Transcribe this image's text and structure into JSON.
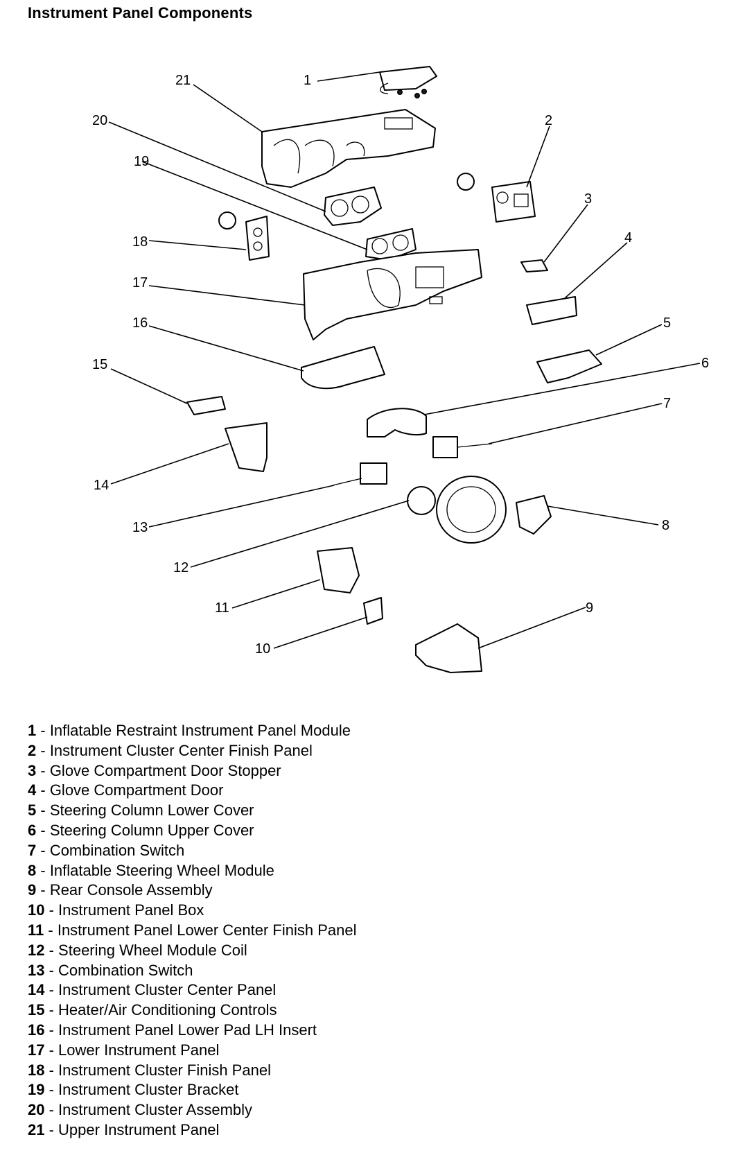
{
  "title": "Instrument Panel Components",
  "legend": [
    {
      "num": "1",
      "sep": " - ",
      "label": "Inflatable Restraint Instrument Panel Module"
    },
    {
      "num": "2",
      "sep": " - ",
      "label": "Instrument Cluster Center Finish Panel"
    },
    {
      "num": "3",
      "sep": " - ",
      "label": "Glove Compartment Door Stopper"
    },
    {
      "num": "4",
      "sep": " - ",
      "label": "Glove Compartment Door"
    },
    {
      "num": "5",
      "sep": " - ",
      "label": "Steering Column Lower Cover"
    },
    {
      "num": "6",
      "sep": " - ",
      "label": "Steering Column Upper Cover"
    },
    {
      "num": "7",
      "sep": " - ",
      "label": "Combination Switch"
    },
    {
      "num": "8",
      "sep": " - ",
      "label": "Inflatable Steering Wheel Module"
    },
    {
      "num": "9",
      "sep": " - ",
      "label": "Rear Console Assembly"
    },
    {
      "num": "10",
      "sep": " - ",
      "label": "Instrument Panel Box"
    },
    {
      "num": "11",
      "sep": " - ",
      "label": "Instrument Panel Lower Center Finish Panel"
    },
    {
      "num": "12",
      "sep": " - ",
      "label": "Steering Wheel Module Coil"
    },
    {
      "num": "13",
      "sep": " - ",
      "label": "Combination Switch"
    },
    {
      "num": "14",
      "sep": " - ",
      "label": "Instrument Cluster Center Panel"
    },
    {
      "num": "15",
      "sep": " - ",
      "label": "Heater/Air Conditioning Controls"
    },
    {
      "num": "16",
      "sep": " - ",
      "label": "Instrument Panel Lower Pad LH Insert"
    },
    {
      "num": "17",
      "sep": " - ",
      "label": "Lower Instrument Panel"
    },
    {
      "num": "18",
      "sep": " - ",
      "label": "Instrument Cluster Finish Panel"
    },
    {
      "num": "19",
      "sep": " - ",
      "label": "Instrument Cluster Bracket"
    },
    {
      "num": "20",
      "sep": " - ",
      "label": "Instrument Cluster Assembly"
    },
    {
      "num": "21",
      "sep": " - ",
      "label": "Upper Instrument Panel"
    }
  ]
}
